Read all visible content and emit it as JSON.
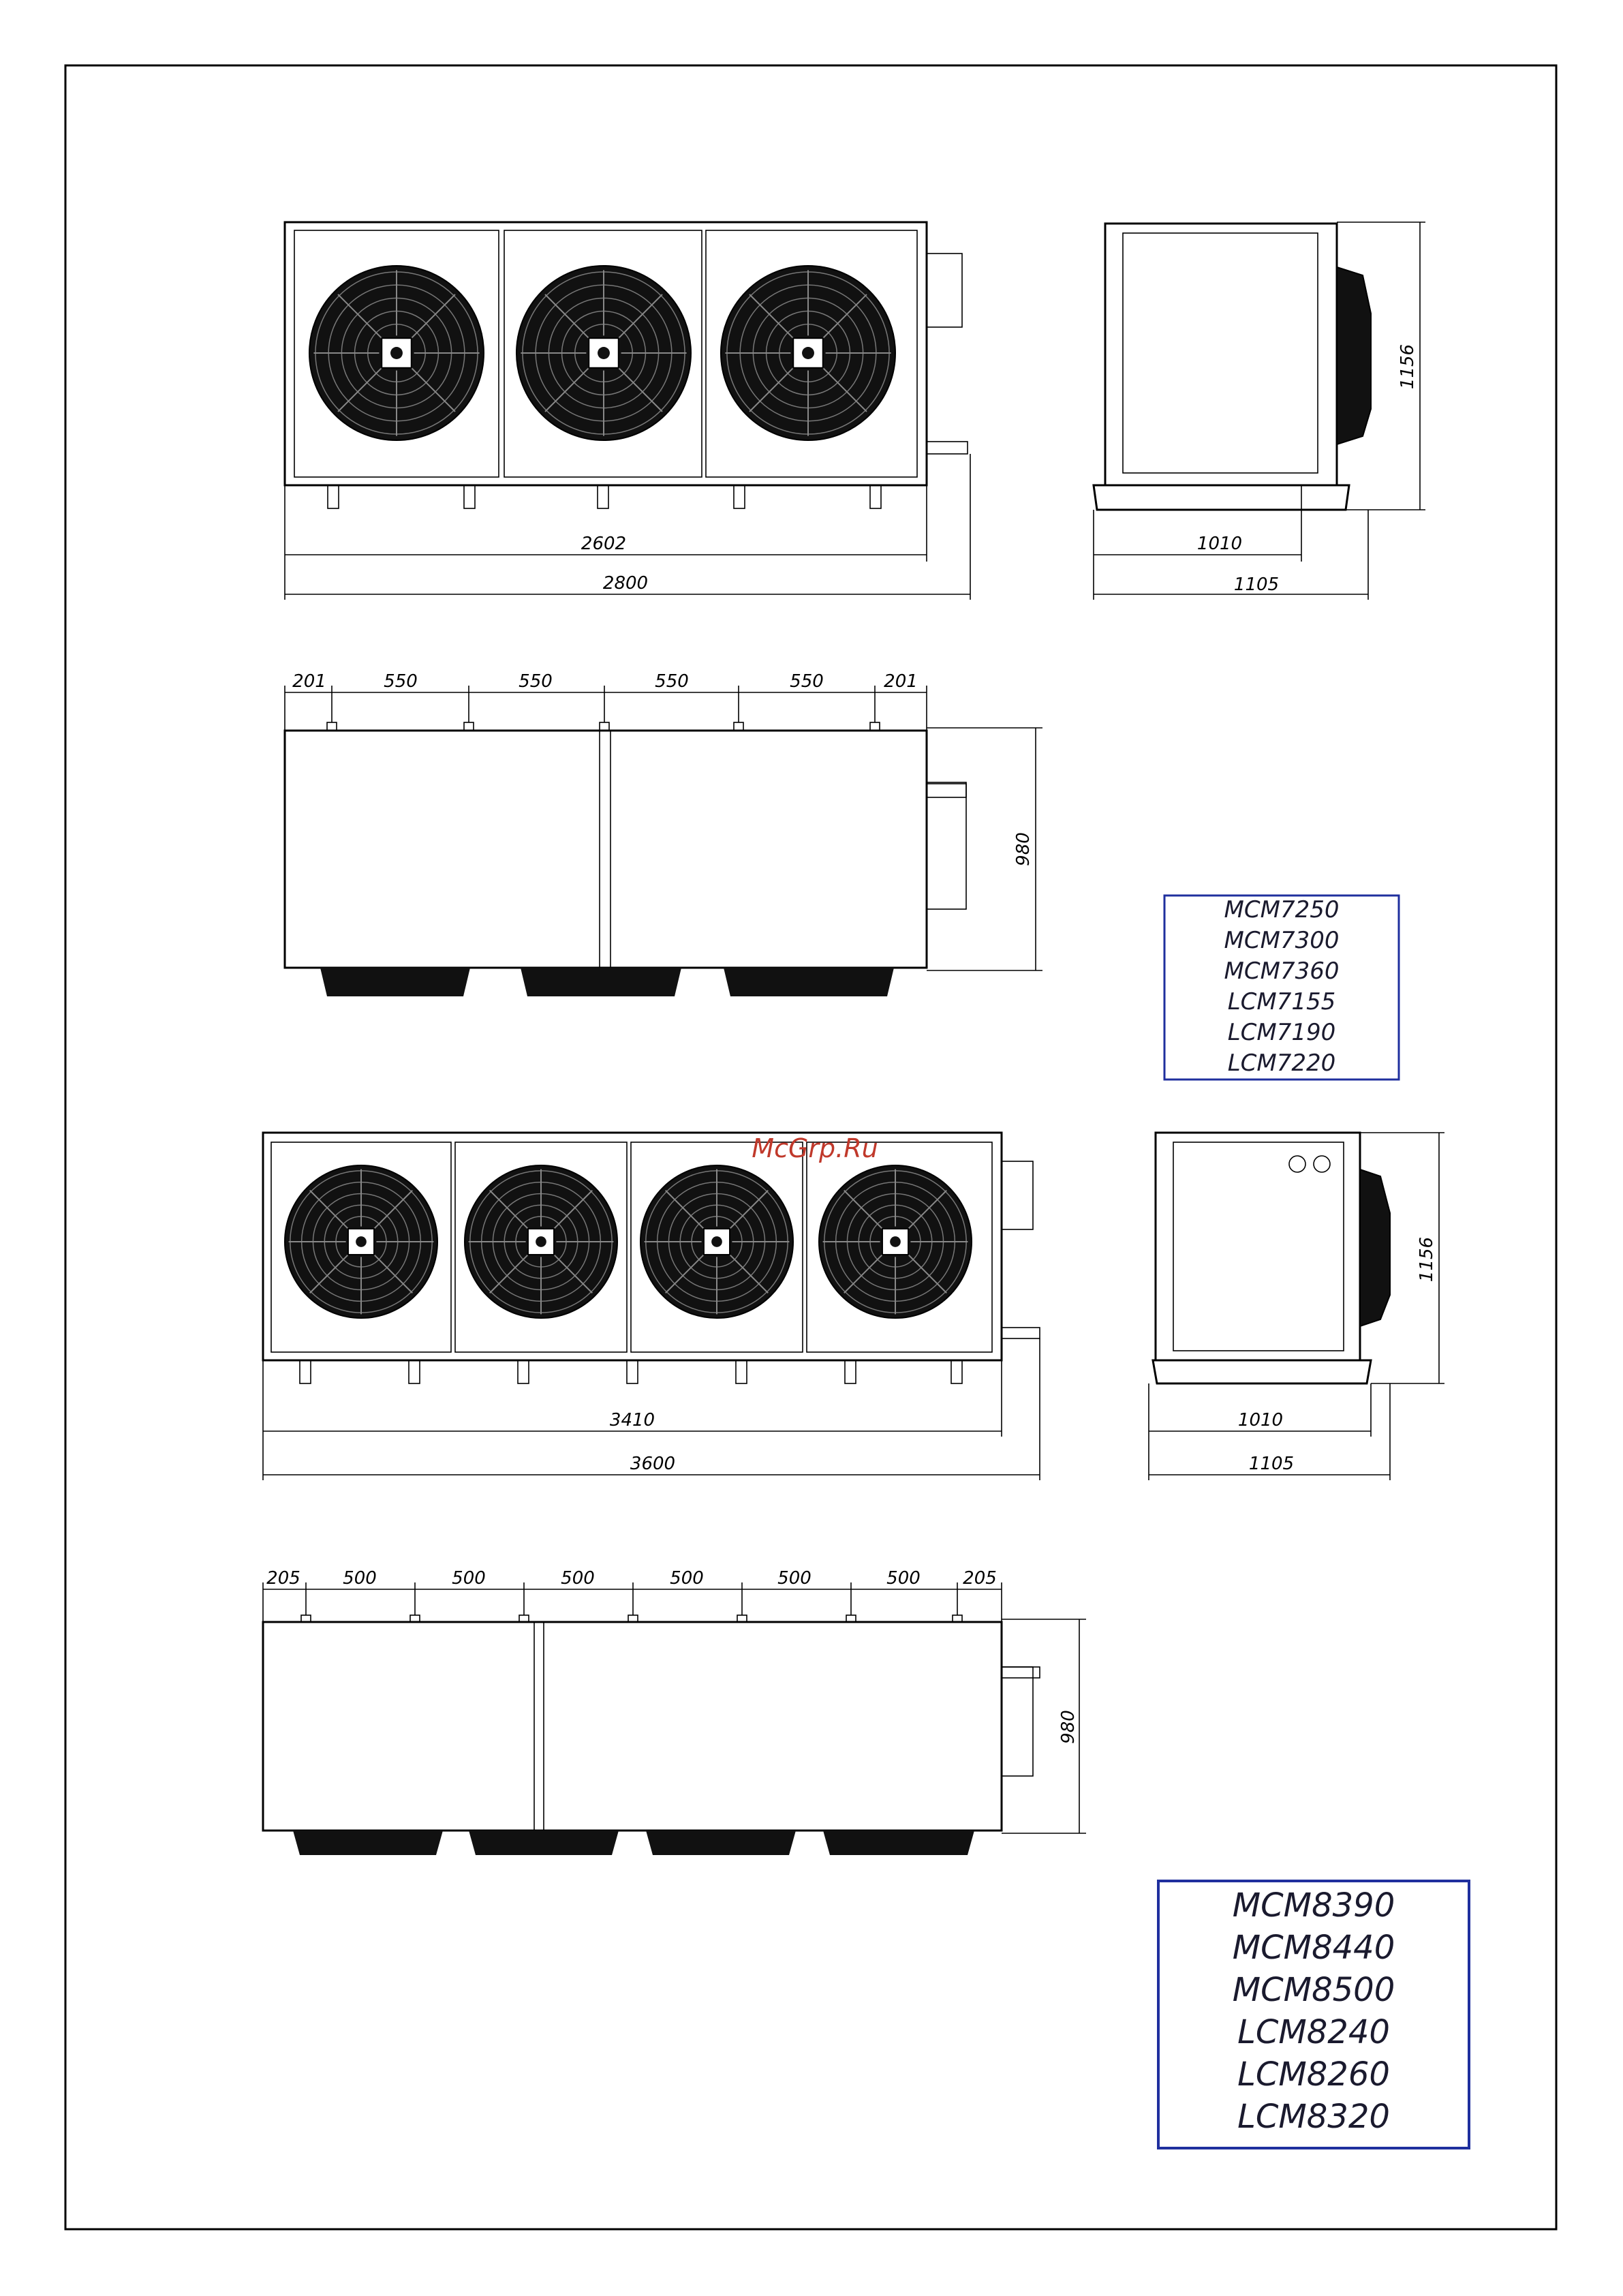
{
  "drawing": {
    "view1": {
      "dims": {
        "inner_length": "2602",
        "total_length": "2800",
        "height": "1156",
        "side_inner": "1010",
        "side_total": "1105"
      }
    },
    "view2": {
      "dims": {
        "a": "201",
        "b1": "550",
        "b2": "550",
        "b3": "550",
        "b4": "550",
        "c": "201",
        "height": "980"
      }
    },
    "model_box_1": {
      "models": [
        "MCM7250",
        "MCM7300",
        "MCM7360",
        "LCM7155",
        "LCM7190",
        "LCM7220"
      ]
    },
    "view3": {
      "dims": {
        "inner_length": "3410",
        "total_length": "3600",
        "height": "1156",
        "side_inner": "1010",
        "side_total": "1105"
      }
    },
    "view4": {
      "dims": {
        "a": "205",
        "b1": "500",
        "b2": "500",
        "b3": "500",
        "b4": "500",
        "b5": "500",
        "b6": "500",
        "c": "205",
        "height": "980"
      }
    },
    "model_box_2": {
      "models": [
        "MCM8390",
        "MCM8440",
        "MCM8500",
        "LCM8240",
        "LCM8260",
        "LCM8320"
      ]
    },
    "watermark": "McGrp.Ru",
    "colors": {
      "line": "#000000",
      "box_border": "#1f2f9e",
      "watermark": "#c0392b"
    }
  }
}
